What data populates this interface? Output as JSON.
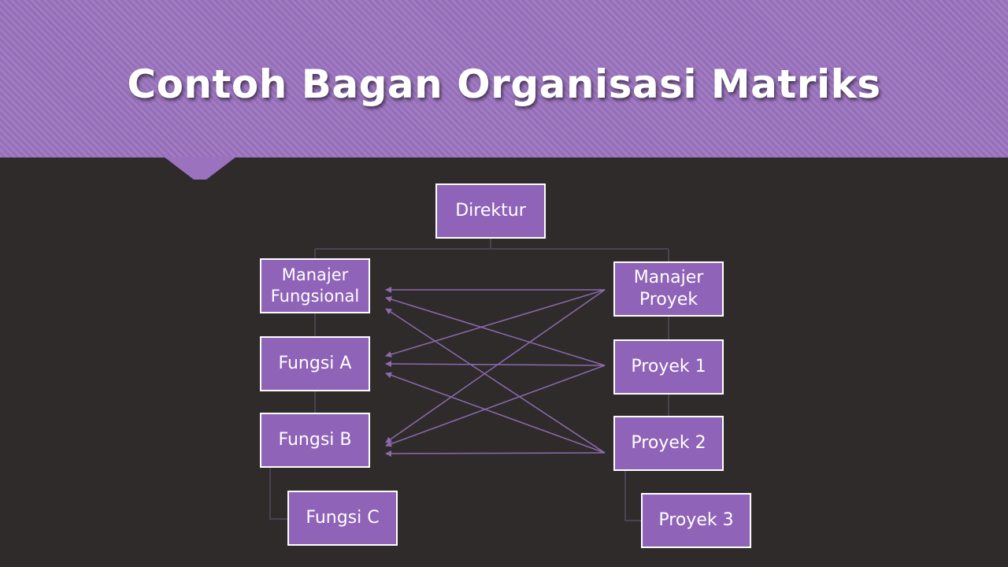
{
  "slide": {
    "title": "Contoh Bagan Organisasi Matriks"
  },
  "colors": {
    "banner": "#9a72be",
    "background": "#2f2b2a",
    "node_fill": "#8f63b8",
    "node_border": "#ffffff",
    "connector": "#8c6aae",
    "tree_line": "#4a4250"
  },
  "nodes": {
    "direktur": "Direktur",
    "manajer_fungsional": "Manajer\nFungsional",
    "fungsi_a": "Fungsi A",
    "fungsi_b": "Fungsi B",
    "fungsi_c": "Fungsi C",
    "manajer_proyek": "Manajer\nProyek",
    "proyek_1": "Proyek 1",
    "proyek_2": "Proyek 2",
    "proyek_3": "Proyek 3"
  }
}
